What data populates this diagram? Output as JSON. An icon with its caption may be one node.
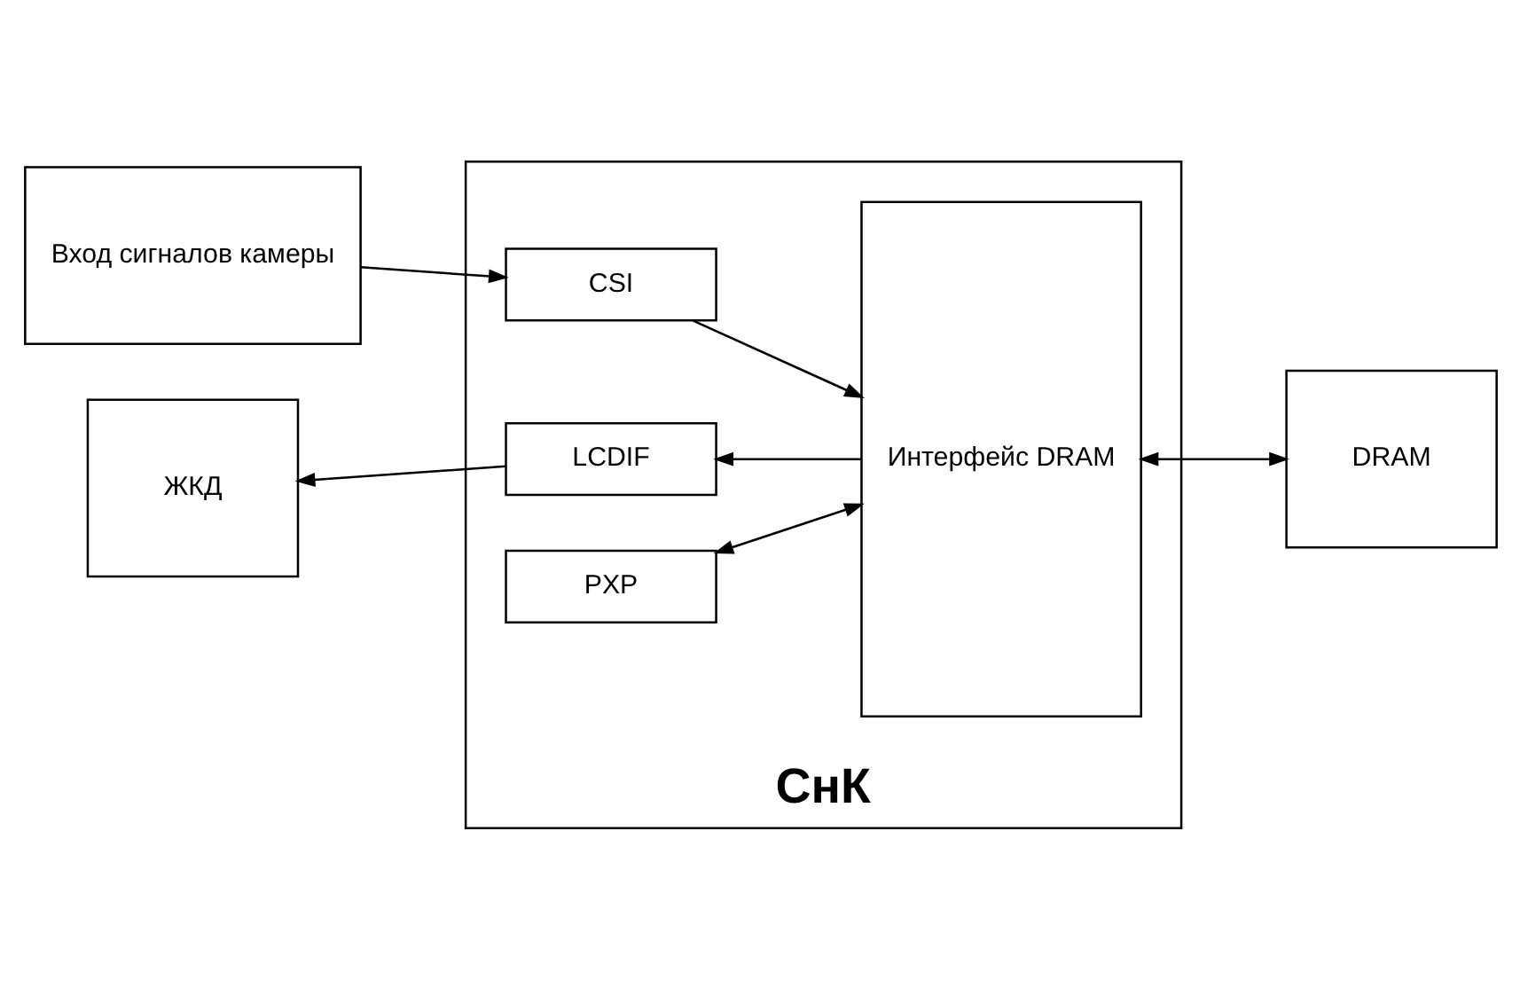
{
  "diagram": {
    "nodes": [
      {
        "text": [
          "Вход сигналов камеры"
        ]
      },
      {
        "text": [
          "ЖКД"
        ]
      },
      {
        "text": [
          "СнК"
        ]
      },
      {
        "text": [
          "CSI"
        ],
        "in": 2
      },
      {
        "text": [
          "LCDIF"
        ],
        "in": 2
      },
      {
        "text": [
          "PXP"
        ],
        "in": 2
      },
      {
        "text": [
          "Интерфейс DRAM"
        ],
        "in": 2
      },
      {
        "text": [
          "DRAM"
        ]
      }
    ],
    "edges": [
      {
        "from": 0,
        "to": 3,
        "arrow": "to"
      },
      {
        "from": 3,
        "to": 6,
        "arrow": "to"
      },
      {
        "from": 6,
        "to": 4,
        "arrow": "to"
      },
      {
        "from": 4,
        "to": 1,
        "arrow": "to"
      },
      {
        "from": 5,
        "to": 6,
        "arrow": "both"
      },
      {
        "from": 6,
        "to": 7,
        "arrow": "both"
      }
    ]
  }
}
